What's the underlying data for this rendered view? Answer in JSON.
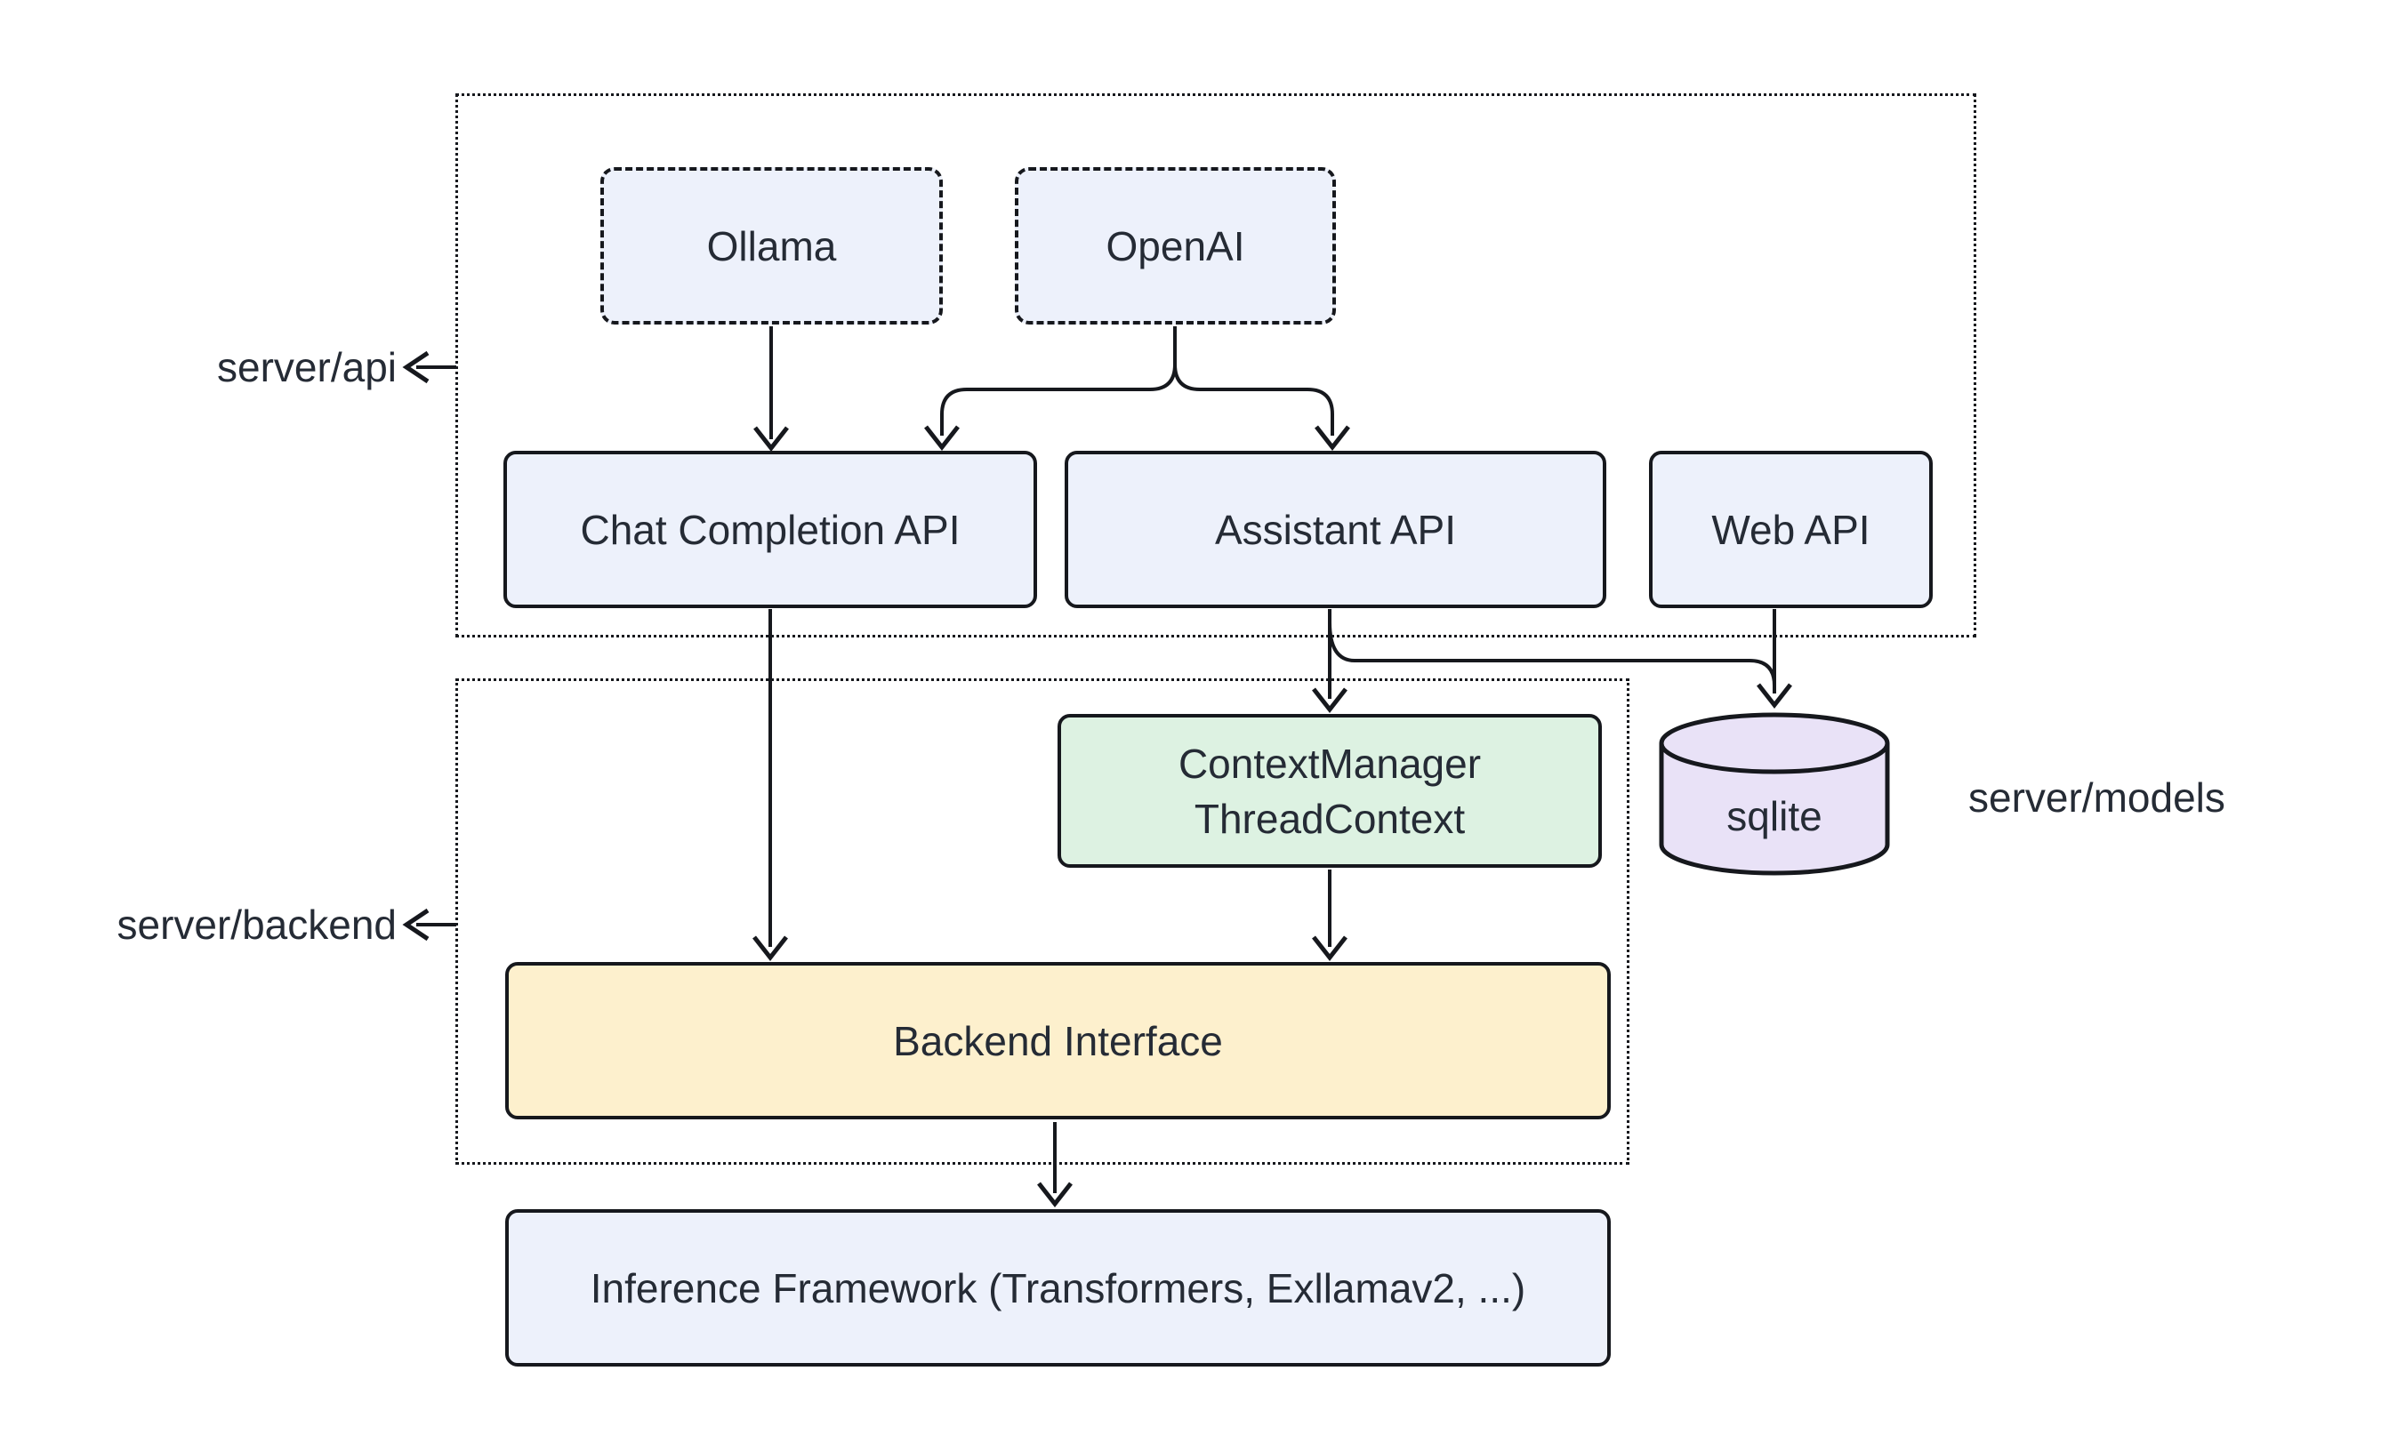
{
  "groups": {
    "server_api": {
      "label": "server/api"
    },
    "server_backend": {
      "label": "server/backend"
    },
    "server_models": {
      "label": "server/models"
    }
  },
  "nodes": {
    "ollama": {
      "label": "Ollama"
    },
    "openai": {
      "label": "OpenAI"
    },
    "chat_completion_api": {
      "label": "Chat Completion API"
    },
    "assistant_api": {
      "label": "Assistant API"
    },
    "web_api": {
      "label": "Web API"
    },
    "context_manager": {
      "label_line1": "ContextManager",
      "label_line2": "ThreadContext"
    },
    "sqlite": {
      "label": "sqlite"
    },
    "backend_interface": {
      "label": "Backend Interface"
    },
    "inference_framework": {
      "label": "Inference Framework (Transformers, Exllamav2, ...)"
    }
  },
  "colors": {
    "background": "#ffffff",
    "node_blue_fill": "#edf1fb",
    "node_green_fill": "#ddf2e2",
    "node_yellow_fill": "#fdf0cd",
    "node_purple_fill": "#e9e2f7",
    "stroke": "#16181d",
    "text": "#252b35"
  }
}
